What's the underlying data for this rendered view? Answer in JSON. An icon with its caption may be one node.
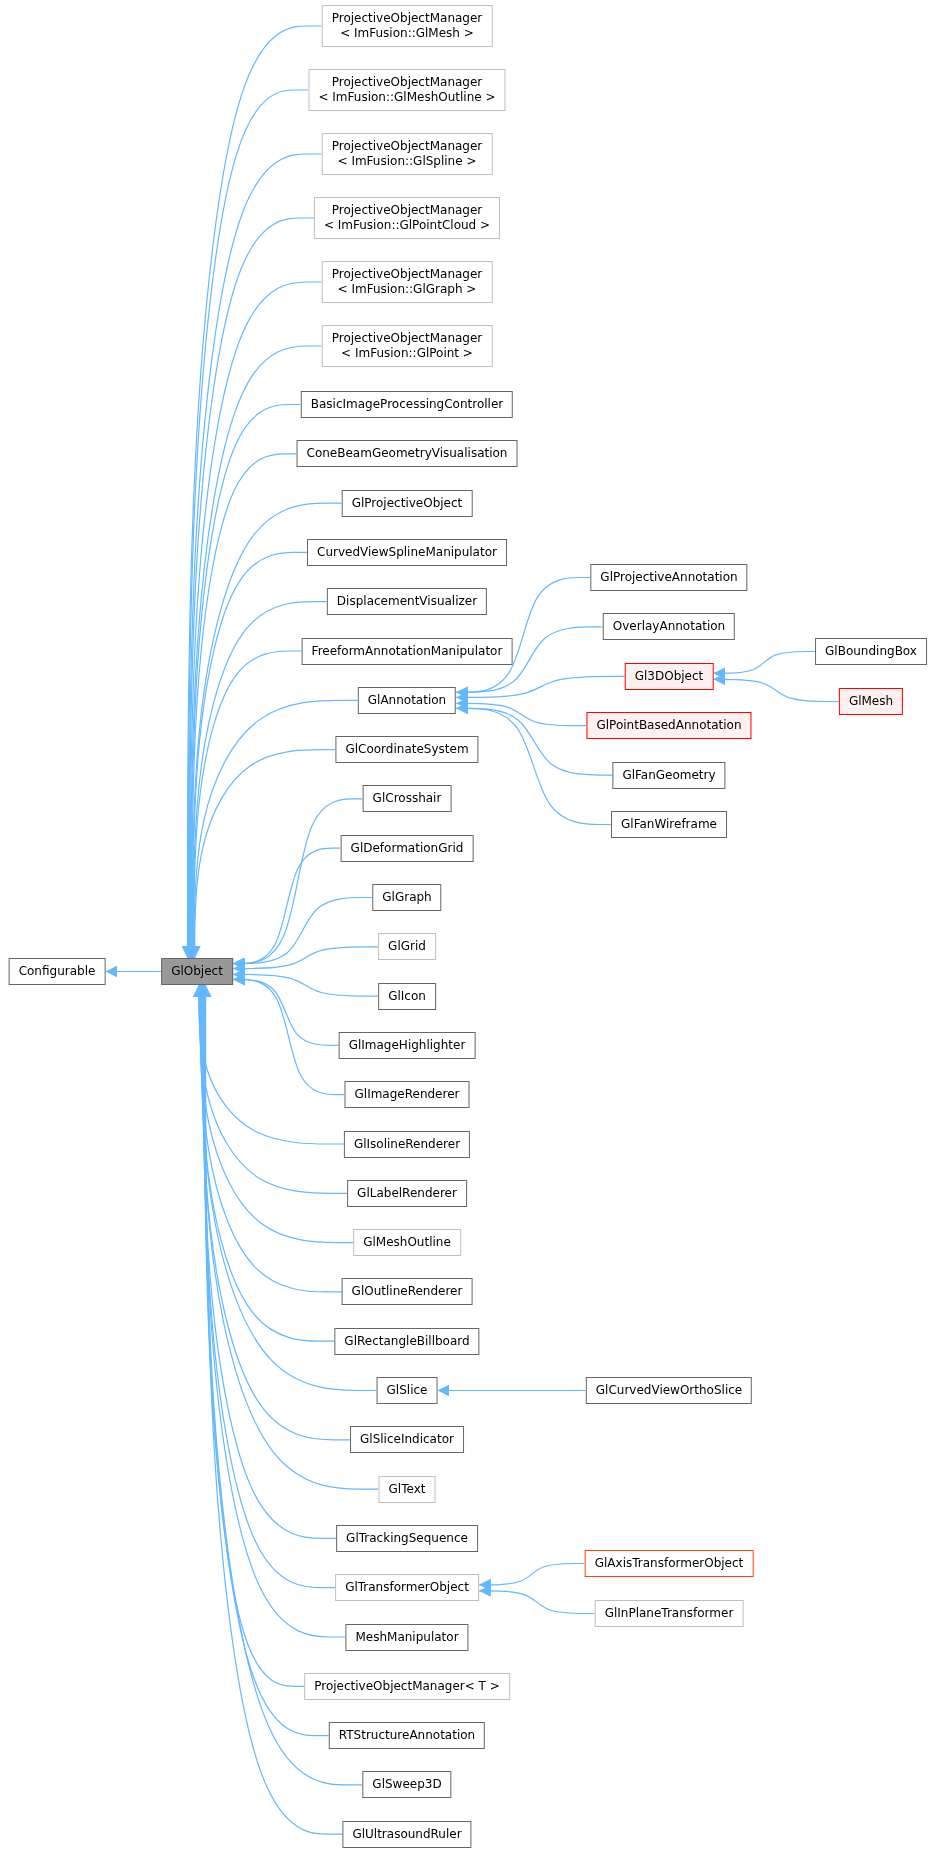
{
  "diagram": {
    "nodes": [
      {
        "text": [
          "Configurable"
        ]
      },
      {
        "text": [
          "GlObject"
        ]
      },
      {
        "text": [
          "ProjectiveObjectManager < ImFusion::GlMesh >"
        ]
      },
      {
        "text": [
          "ProjectiveObjectManager < ImFusion::GlMeshOutline >"
        ]
      },
      {
        "text": [
          "ProjectiveObjectManager < ImFusion::GlSpline >"
        ]
      },
      {
        "text": [
          "ProjectiveObjectManager < ImFusion::GlPointCloud >"
        ]
      },
      {
        "text": [
          "ProjectiveObjectManager < ImFusion::GlGraph >"
        ]
      },
      {
        "text": [
          "ProjectiveObjectManager < ImFusion::GlPoint >"
        ]
      },
      {
        "text": [
          "BasicImageProcessingController"
        ]
      },
      {
        "text": [
          "ConeBeamGeometryVisualisation"
        ]
      },
      {
        "text": [
          "GlProjectiveObject"
        ]
      },
      {
        "text": [
          "CurvedViewSplineManipulator"
        ]
      },
      {
        "text": [
          "DisplacementVisualizer"
        ]
      },
      {
        "text": [
          "FreeformAnnotationManipulator"
        ]
      },
      {
        "text": [
          "GlAnnotation"
        ]
      },
      {
        "text": [
          "GlCoordinateSystem"
        ]
      },
      {
        "text": [
          "GlCrosshair"
        ]
      },
      {
        "text": [
          "GlDeformationGrid"
        ]
      },
      {
        "text": [
          "GlGraph"
        ]
      },
      {
        "text": [
          "GlGrid"
        ]
      },
      {
        "text": [
          "GlIcon"
        ]
      },
      {
        "text": [
          "GlImageHighlighter"
        ]
      },
      {
        "text": [
          "GlImageRenderer"
        ]
      },
      {
        "text": [
          "GlIsolineRenderer"
        ]
      },
      {
        "text": [
          "GlLabelRenderer"
        ]
      },
      {
        "text": [
          "GlMeshOutline"
        ]
      },
      {
        "text": [
          "GlOutlineRenderer"
        ]
      },
      {
        "text": [
          "GlRectangleBillboard"
        ]
      },
      {
        "text": [
          "GlSlice"
        ]
      },
      {
        "text": [
          "GlSliceIndicator"
        ]
      },
      {
        "text": [
          "GlText"
        ]
      },
      {
        "text": [
          "GlTrackingSequence"
        ]
      },
      {
        "text": [
          "GlTransformerObject"
        ]
      },
      {
        "text": [
          "MeshManipulator"
        ]
      },
      {
        "text": [
          "ProjectiveObjectManager< T >"
        ]
      },
      {
        "text": [
          "RTStructureAnnotation"
        ]
      },
      {
        "text": [
          "GlSweep3D"
        ]
      },
      {
        "text": [
          "GlUltrasoundRuler"
        ]
      },
      {
        "text": [
          "GlProjectiveAnnotation"
        ]
      },
      {
        "text": [
          "OverlayAnnotation"
        ]
      },
      {
        "text": [
          "Gl3DObject"
        ]
      },
      {
        "text": [
          "GlPointBasedAnnotation"
        ]
      },
      {
        "text": [
          "GlFanGeometry"
        ]
      },
      {
        "text": [
          "GlFanWireframe"
        ]
      },
      {
        "text": [
          "GlCurvedViewOrthoSlice"
        ]
      },
      {
        "text": [
          "GlAxisTransformerObject"
        ]
      },
      {
        "text": [
          "GlInPlaneTransformer"
        ]
      },
      {
        "text": [
          "GlBoundingBox"
        ]
      },
      {
        "text": [
          "GlMesh"
        ]
      }
    ],
    "edges": [
      {
        "from": 1,
        "to": 0,
        "arrow": "to"
      },
      {
        "from": 2,
        "to": 1,
        "arrow": "to"
      },
      {
        "from": 3,
        "to": 1,
        "arrow": "to"
      },
      {
        "from": 4,
        "to": 1,
        "arrow": "to"
      },
      {
        "from": 5,
        "to": 1,
        "arrow": "to"
      },
      {
        "from": 6,
        "to": 1,
        "arrow": "to"
      },
      {
        "from": 7,
        "to": 1,
        "arrow": "to"
      },
      {
        "from": 8,
        "to": 1,
        "arrow": "to"
      },
      {
        "from": 9,
        "to": 1,
        "arrow": "to"
      },
      {
        "from": 10,
        "to": 1,
        "arrow": "to"
      },
      {
        "from": 11,
        "to": 1,
        "arrow": "to"
      },
      {
        "from": 12,
        "to": 1,
        "arrow": "to"
      },
      {
        "from": 13,
        "to": 1,
        "arrow": "to"
      },
      {
        "from": 14,
        "to": 1,
        "arrow": "to"
      },
      {
        "from": 15,
        "to": 1,
        "arrow": "to"
      },
      {
        "from": 16,
        "to": 1,
        "arrow": "to"
      },
      {
        "from": 17,
        "to": 1,
        "arrow": "to"
      },
      {
        "from": 18,
        "to": 1,
        "arrow": "to"
      },
      {
        "from": 19,
        "to": 1,
        "arrow": "to"
      },
      {
        "from": 20,
        "to": 1,
        "arrow": "to"
      },
      {
        "from": 21,
        "to": 1,
        "arrow": "to"
      },
      {
        "from": 22,
        "to": 1,
        "arrow": "to"
      },
      {
        "from": 23,
        "to": 1,
        "arrow": "to"
      },
      {
        "from": 24,
        "to": 1,
        "arrow": "to"
      },
      {
        "from": 25,
        "to": 1,
        "arrow": "to"
      },
      {
        "from": 26,
        "to": 1,
        "arrow": "to"
      },
      {
        "from": 27,
        "to": 1,
        "arrow": "to"
      },
      {
        "from": 28,
        "to": 1,
        "arrow": "to"
      },
      {
        "from": 29,
        "to": 1,
        "arrow": "to"
      },
      {
        "from": 30,
        "to": 1,
        "arrow": "to"
      },
      {
        "from": 31,
        "to": 1,
        "arrow": "to"
      },
      {
        "from": 32,
        "to": 1,
        "arrow": "to"
      },
      {
        "from": 33,
        "to": 1,
        "arrow": "to"
      },
      {
        "from": 34,
        "to": 1,
        "arrow": "to"
      },
      {
        "from": 35,
        "to": 1,
        "arrow": "to"
      },
      {
        "from": 36,
        "to": 1,
        "arrow": "to"
      },
      {
        "from": 37,
        "to": 1,
        "arrow": "to"
      },
      {
        "from": 38,
        "to": 14,
        "arrow": "to"
      },
      {
        "from": 39,
        "to": 14,
        "arrow": "to"
      },
      {
        "from": 40,
        "to": 14,
        "arrow": "to"
      },
      {
        "from": 41,
        "to": 14,
        "arrow": "to"
      },
      {
        "from": 42,
        "to": 14,
        "arrow": "to"
      },
      {
        "from": 43,
        "to": 14,
        "arrow": "to"
      },
      {
        "from": 44,
        "to": 28,
        "arrow": "to"
      },
      {
        "from": 45,
        "to": 32,
        "arrow": "to"
      },
      {
        "from": 46,
        "to": 32,
        "arrow": "to"
      },
      {
        "from": 47,
        "to": 40,
        "arrow": "to"
      },
      {
        "from": 48,
        "to": 40,
        "arrow": "to"
      }
    ]
  }
}
